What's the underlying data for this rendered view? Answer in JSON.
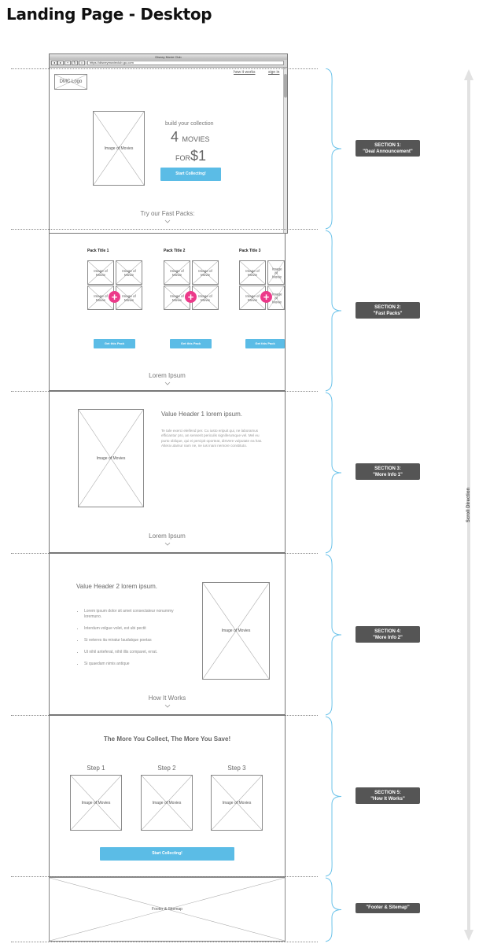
{
  "page_title": "Landing Page - Desktop",
  "browser": {
    "window_title": "Disney Movie Club",
    "url": "https://disneymovieclub.go.com",
    "nav_buttons": [
      "◂",
      "▸",
      "+",
      "↻",
      "⌂"
    ]
  },
  "section1": {
    "logo": "DMC Logo",
    "links": {
      "how_it_works": "how it works",
      "sign_in": "sign in"
    },
    "image_label": "Image of Movies",
    "headline_small": "build your collection",
    "headline_count": "4",
    "headline_unit": "MOVIES",
    "headline_for": "FOR",
    "headline_price": "$1",
    "cta": "Start Collecting!",
    "next": "Try our Fast Packs:"
  },
  "section2": {
    "packs": [
      {
        "title": "Pack Title 1",
        "button": "Get this Pack"
      },
      {
        "title": "Pack Title 2",
        "button": "Get this Pack"
      },
      {
        "title": "Pack Title 3",
        "button": "Get this Pack"
      }
    ],
    "tile_label": "Image of Movie",
    "plus": "+",
    "next": "Lorem Ipsum"
  },
  "section3": {
    "image_label": "Image of Movies",
    "header": "Value Header 1 lorem ipsum.",
    "body": "Te tale exerci eleifend per. Cu iusto eripuit qui, ne laboramus efficiantur pro, an senserit periculis signiferumque vel. Mel eu purto oblique, qui ei percipit oporteat, disVere vulputate ea has. Altera utamur nam ne, ne ius inani nemore constituto.",
    "next": "Lorem Ipsum"
  },
  "section4": {
    "header": "Value Header 2 lorem ipsum.",
    "bullets": [
      "Lorem ipsum dolor sit amet consectateur nonummy loremuno.",
      "Interdum volgue volet, est ubi pectit",
      "Si veteres ita miratur laudatque poetas",
      "Ut nihil anteferat, nihil illis comparet, errat.",
      "Si quaedam nimis antique"
    ],
    "image_label": "Image of Movies",
    "next": "How It Works"
  },
  "section5": {
    "header": "The More You Collect, The More You Save!",
    "steps": [
      {
        "label": "Step 1",
        "image": "Image of Movies"
      },
      {
        "label": "Step 2",
        "image": "Image of Movies"
      },
      {
        "label": "Step 3",
        "image": "Image of Movies"
      }
    ],
    "cta": "Start Collecting!"
  },
  "footer": {
    "label": "Footer & Sitemap"
  },
  "callouts": [
    {
      "line1": "SECTION 1:",
      "line2": "\"Deal Announcement\""
    },
    {
      "line1": "SECTION 2:",
      "line2": "\"Fast Packs\""
    },
    {
      "line1": "SECTION 3:",
      "line2": "\"More Info 1\""
    },
    {
      "line1": "SECTION 4:",
      "line2": "\"More Info 2\""
    },
    {
      "line1": "SECTION 5:",
      "line2": "\"How It Works\""
    },
    {
      "line1": "",
      "line2": "\"Footer & Sitemap\""
    }
  ],
  "scroll_label": "Scroll Direction",
  "colors": {
    "accent_blue": "#5bbce6",
    "plus_pink": "#ec3a8a",
    "brace_blue": "#6cc3ea",
    "callout_bg": "#555555"
  }
}
